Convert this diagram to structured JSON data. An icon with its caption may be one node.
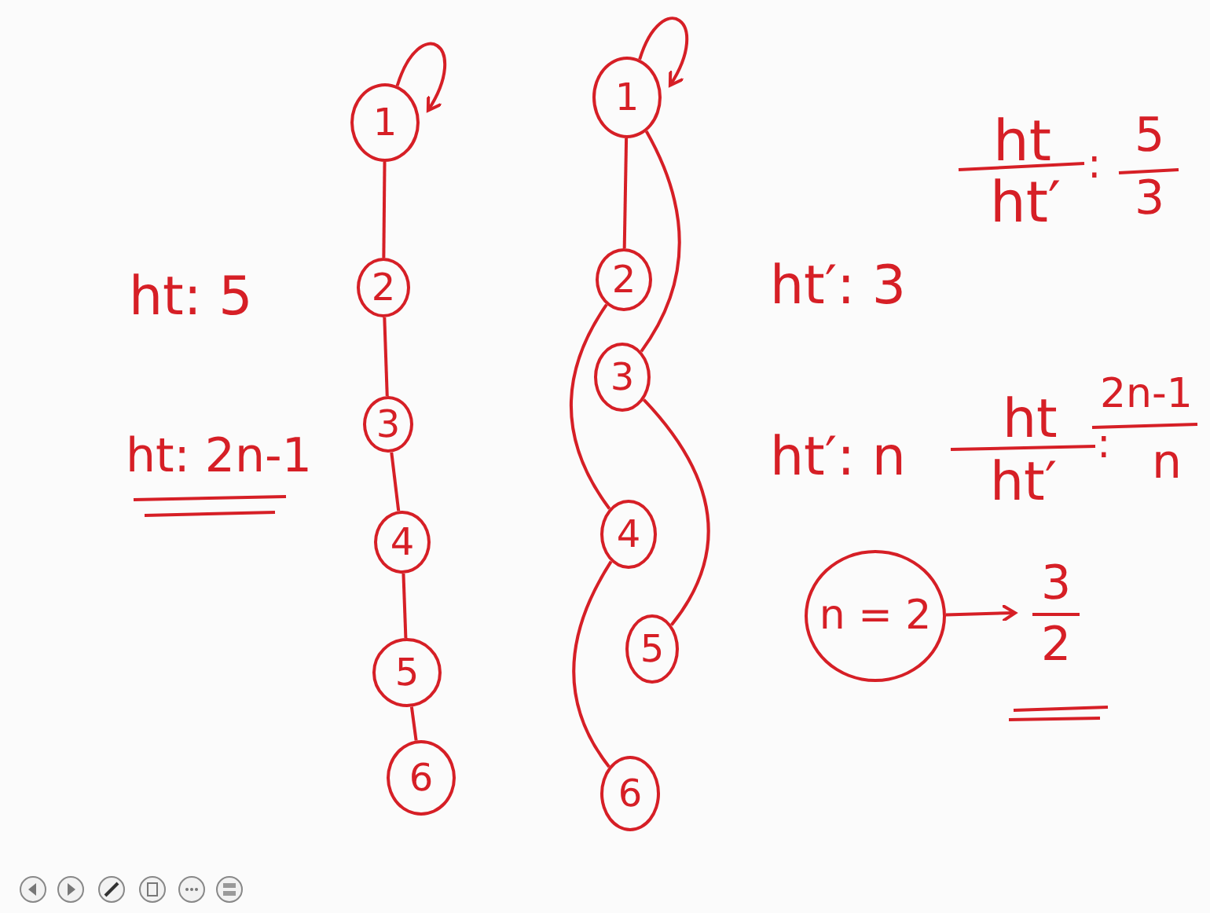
{
  "diagram": {
    "nodes": [
      {
        "text": [
          "1"
        ]
      },
      {
        "text": [
          "2"
        ]
      },
      {
        "text": [
          "3"
        ]
      },
      {
        "text": [
          "4"
        ]
      },
      {
        "text": [
          "5"
        ]
      },
      {
        "text": [
          "6"
        ]
      },
      {
        "text": [
          "1"
        ]
      },
      {
        "text": [
          "2"
        ]
      },
      {
        "text": [
          "3"
        ]
      },
      {
        "text": [
          "4"
        ]
      },
      {
        "text": [
          "5"
        ]
      },
      {
        "text": [
          "6"
        ]
      },
      {
        "text": [
          "n = 2"
        ]
      },
      {
        "text": [
          "3",
          "2"
        ]
      }
    ],
    "edges": [
      {
        "from": 0,
        "to": 1,
        "arrow": "none"
      },
      {
        "from": 1,
        "to": 2,
        "arrow": "none"
      },
      {
        "from": 2,
        "to": 3,
        "arrow": "none"
      },
      {
        "from": 3,
        "to": 4,
        "arrow": "none"
      },
      {
        "from": 4,
        "to": 5,
        "arrow": "none"
      },
      {
        "from": 0,
        "to": 0,
        "arrow": "to"
      },
      {
        "from": 6,
        "to": 7,
        "arrow": "none"
      },
      {
        "from": 6,
        "to": 8,
        "arrow": "none"
      },
      {
        "from": 7,
        "to": 9,
        "arrow": "none"
      },
      {
        "from": 8,
        "to": 10,
        "arrow": "none"
      },
      {
        "from": 9,
        "to": 11,
        "arrow": "none"
      },
      {
        "from": 6,
        "to": 6,
        "arrow": "to"
      },
      {
        "from": 12,
        "to": 13,
        "arrow": "to"
      }
    ],
    "labels": [
      "ht: 5",
      "ht: 2n-1",
      "ht′: 3",
      "ht′: n",
      "ht",
      "ht′",
      ":",
      "5",
      "3",
      "ht",
      "ht′",
      ":",
      "2n-1",
      "n"
    ]
  }
}
